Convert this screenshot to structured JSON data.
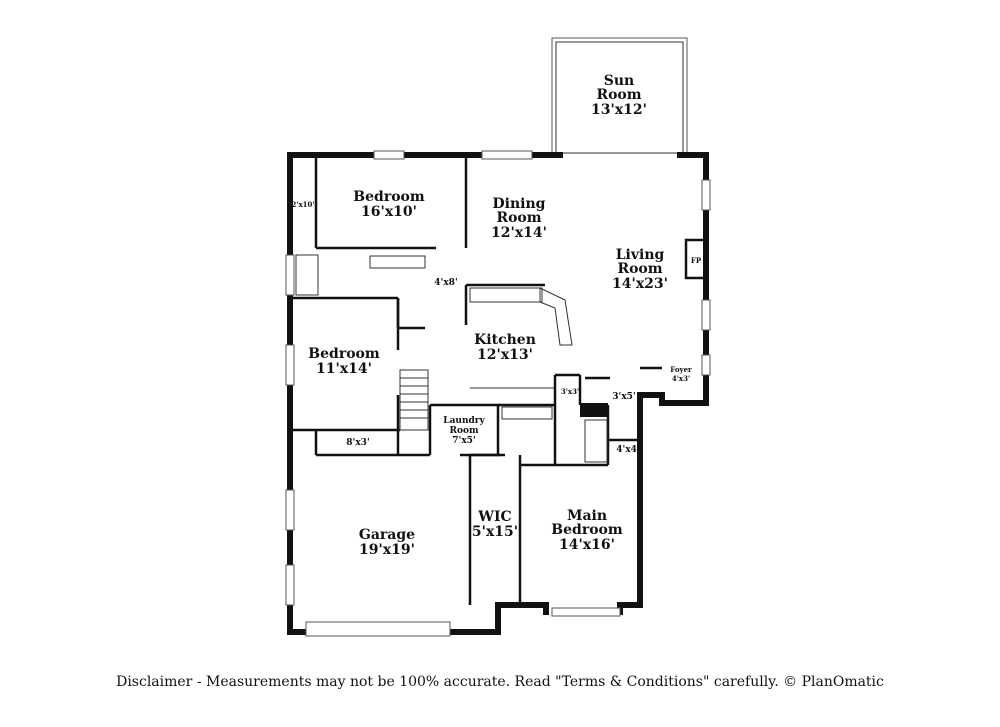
{
  "rooms": {
    "sun_room": {
      "name_line1": "Sun",
      "name_line2": "Room",
      "dims": "13'x12'"
    },
    "bedroom_top": {
      "name": "Bedroom",
      "dims": "16'x10'"
    },
    "dining_room": {
      "name_line1": "Dining",
      "name_line2": "Room",
      "dims": "12'x14'"
    },
    "living_room": {
      "name_line1": "Living",
      "name_line2": "Room",
      "dims": "14'x23'"
    },
    "kitchen": {
      "name": "Kitchen",
      "dims": "12'x13'"
    },
    "bedroom_left": {
      "name": "Bedroom",
      "dims": "11'x14'"
    },
    "laundry_room": {
      "name_line1": "Laundry",
      "name_line2": "Room",
      "dims": "7'x5'"
    },
    "garage": {
      "name": "Garage",
      "dims": "19'x19'"
    },
    "wic": {
      "name": "WIC",
      "dims": "5'x15'"
    },
    "main_bedroom": {
      "name_line1": "Main",
      "name_line2": "Bedroom",
      "dims": "14'x16'"
    },
    "foyer": {
      "name": "Foyer",
      "dims": "4'x3'"
    }
  },
  "small_labels": {
    "closet_top": "2'x10'",
    "hall": "4'x8'",
    "closet_left": "8'x3'",
    "closet_3x3": "3'x3'",
    "closet_3x5": "3'x5'",
    "bath_4x4": "4'x4'",
    "fireplace": "FP"
  },
  "disclaimer": "Disclaimer - Measurements may not be 100% accurate. Read \"Terms & Conditions\" carefully. © PlanOmatic"
}
